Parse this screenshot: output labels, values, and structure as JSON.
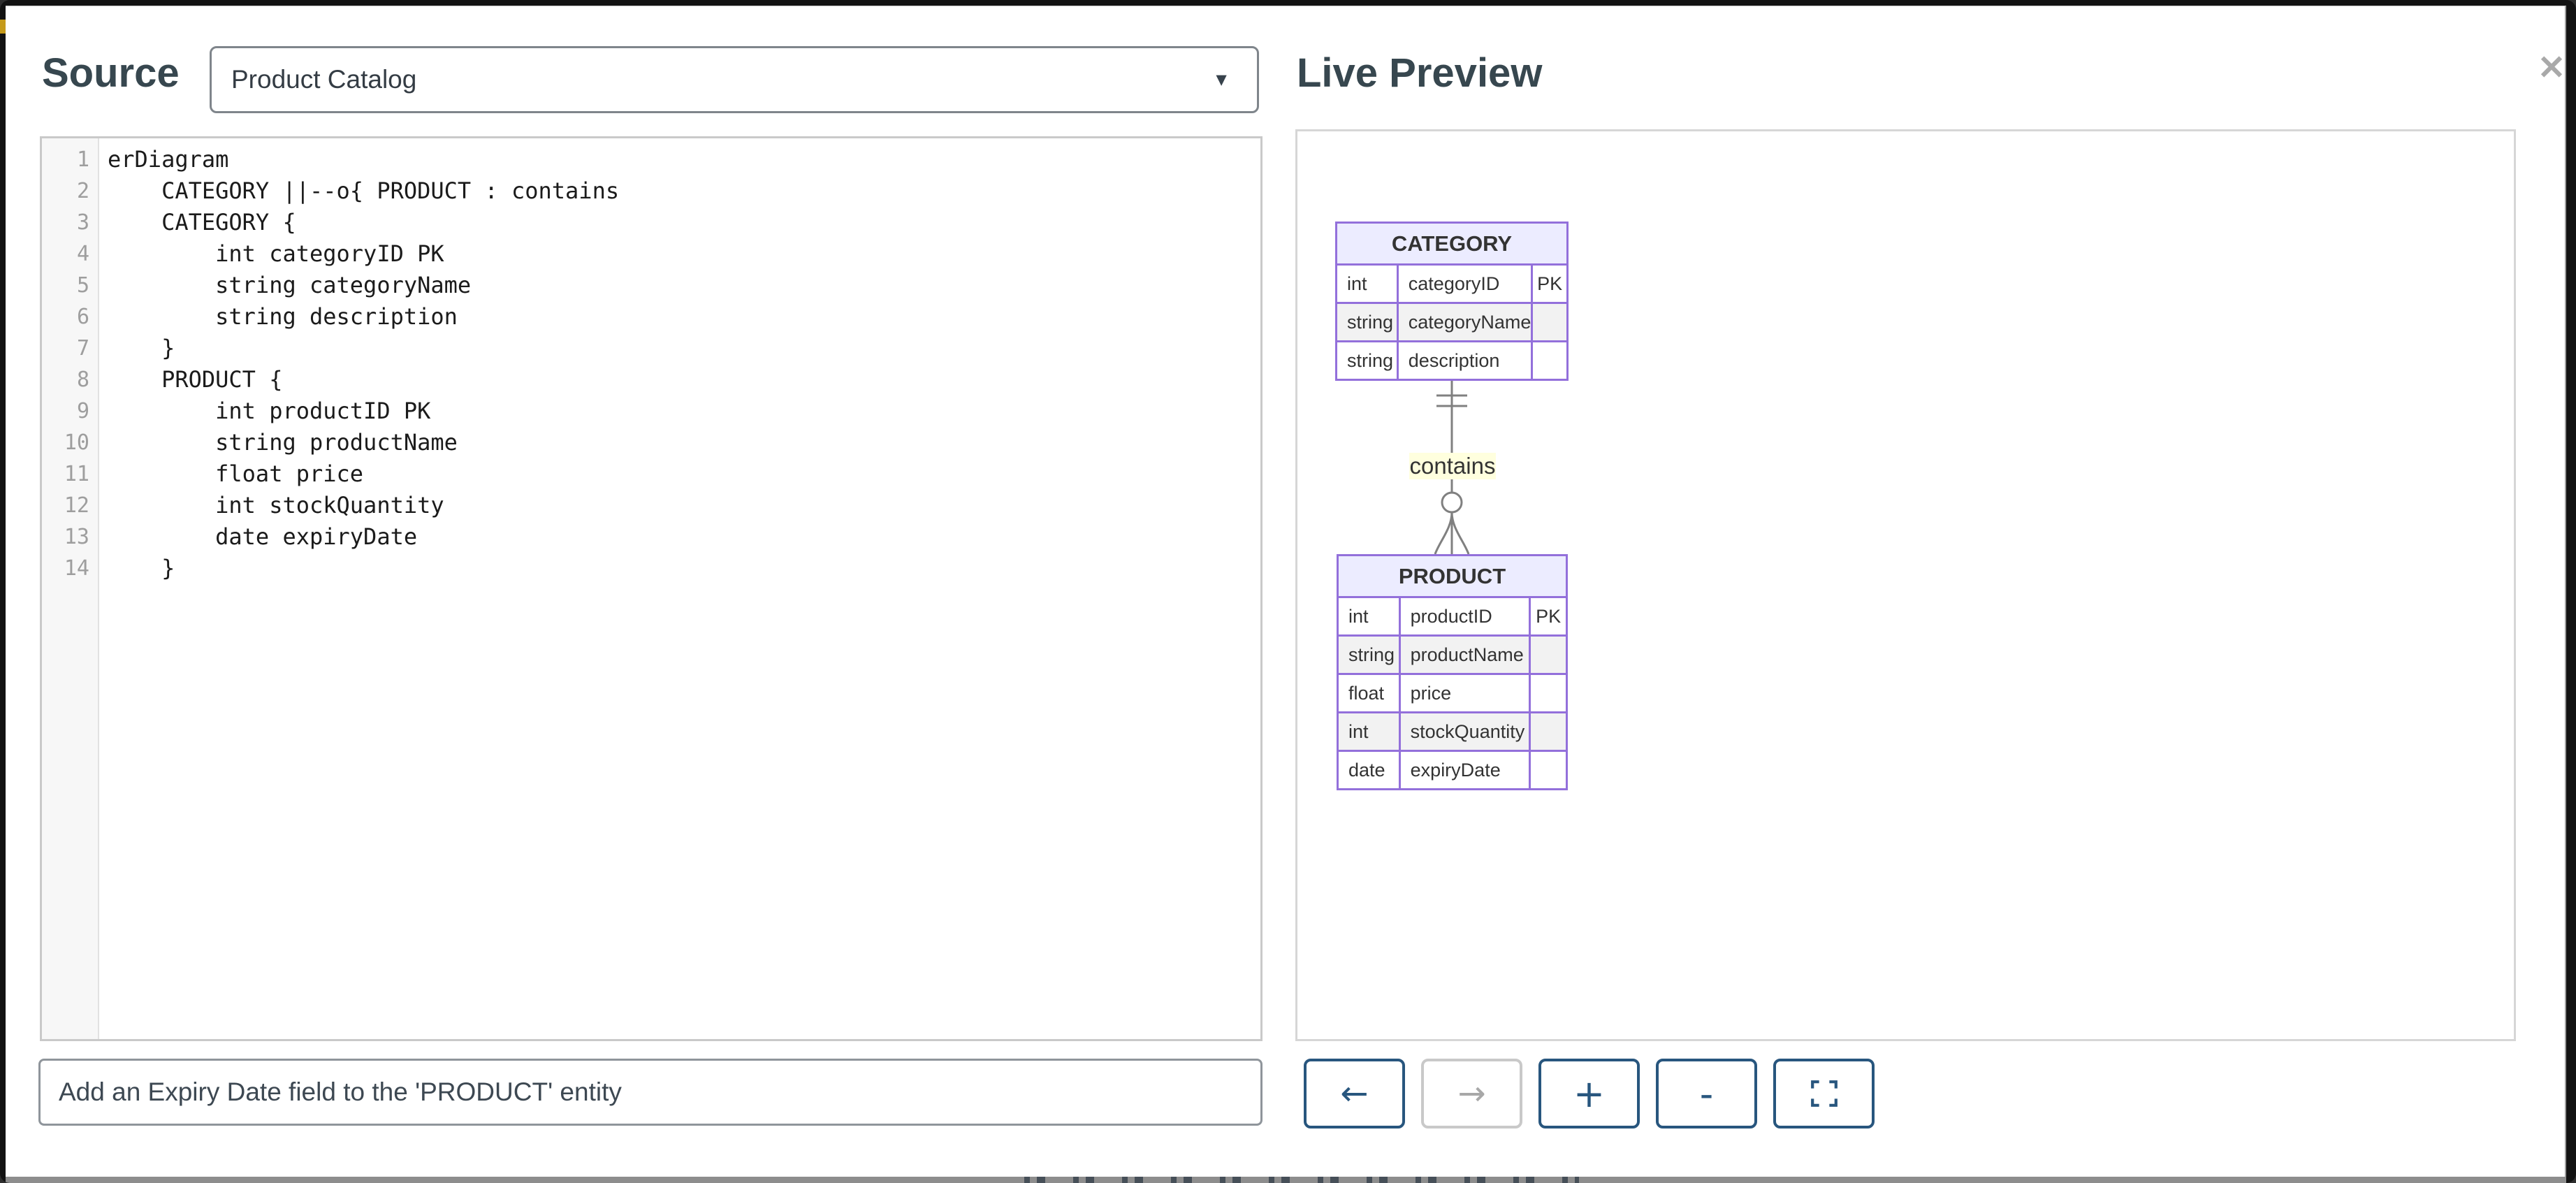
{
  "header": {
    "source_label": "Source",
    "diagram_select": {
      "value": "Product Catalog"
    },
    "live_preview_label": "Live Preview"
  },
  "icons": {
    "dropdown": "▼",
    "close": "✕",
    "back": "←",
    "forward": "→",
    "zoom_in": "+",
    "zoom_out": "-",
    "fullscreen": "frame-corners"
  },
  "editor": {
    "lines": [
      {
        "num": "1",
        "text": "erDiagram"
      },
      {
        "num": "2",
        "text": "    CATEGORY ||--o{ PRODUCT : contains"
      },
      {
        "num": "3",
        "text": "    CATEGORY {"
      },
      {
        "num": "4",
        "text": "        int categoryID PK"
      },
      {
        "num": "5",
        "text": "        string categoryName"
      },
      {
        "num": "6",
        "text": "        string description"
      },
      {
        "num": "7",
        "text": "    }"
      },
      {
        "num": "8",
        "text": "    PRODUCT {"
      },
      {
        "num": "9",
        "text": "        int productID PK"
      },
      {
        "num": "10",
        "text": "        string productName"
      },
      {
        "num": "11",
        "text": "        float price"
      },
      {
        "num": "12",
        "text": "        int stockQuantity"
      },
      {
        "num": "13",
        "text": "        date expiryDate"
      },
      {
        "num": "14",
        "text": "    }"
      }
    ]
  },
  "diagram": {
    "category": {
      "title": "CATEGORY",
      "rows": [
        {
          "type": "int",
          "name": "categoryID",
          "key": "PK"
        },
        {
          "type": "string",
          "name": "categoryName",
          "key": ""
        },
        {
          "type": "string",
          "name": "description",
          "key": ""
        }
      ]
    },
    "product": {
      "title": "PRODUCT",
      "rows": [
        {
          "type": "int",
          "name": "productID",
          "key": "PK"
        },
        {
          "type": "string",
          "name": "productName",
          "key": ""
        },
        {
          "type": "float",
          "name": "price",
          "key": ""
        },
        {
          "type": "int",
          "name": "stockQuantity",
          "key": ""
        },
        {
          "type": "date",
          "name": "expiryDate",
          "key": ""
        }
      ]
    },
    "relationship": {
      "label": "contains",
      "cardinality": "||--o{"
    }
  },
  "prompt_input": {
    "value": "Add an Expiry Date field to the 'PRODUCT' entity"
  },
  "colors": {
    "heading": "#37474f",
    "accent_button": "#28567e",
    "er_border": "#9370DB",
    "er_header_fill": "#ECECFF",
    "er_alt_row": "#f2f2f2",
    "relation_line": "#808080",
    "relation_label_bg": "#ffffde"
  }
}
